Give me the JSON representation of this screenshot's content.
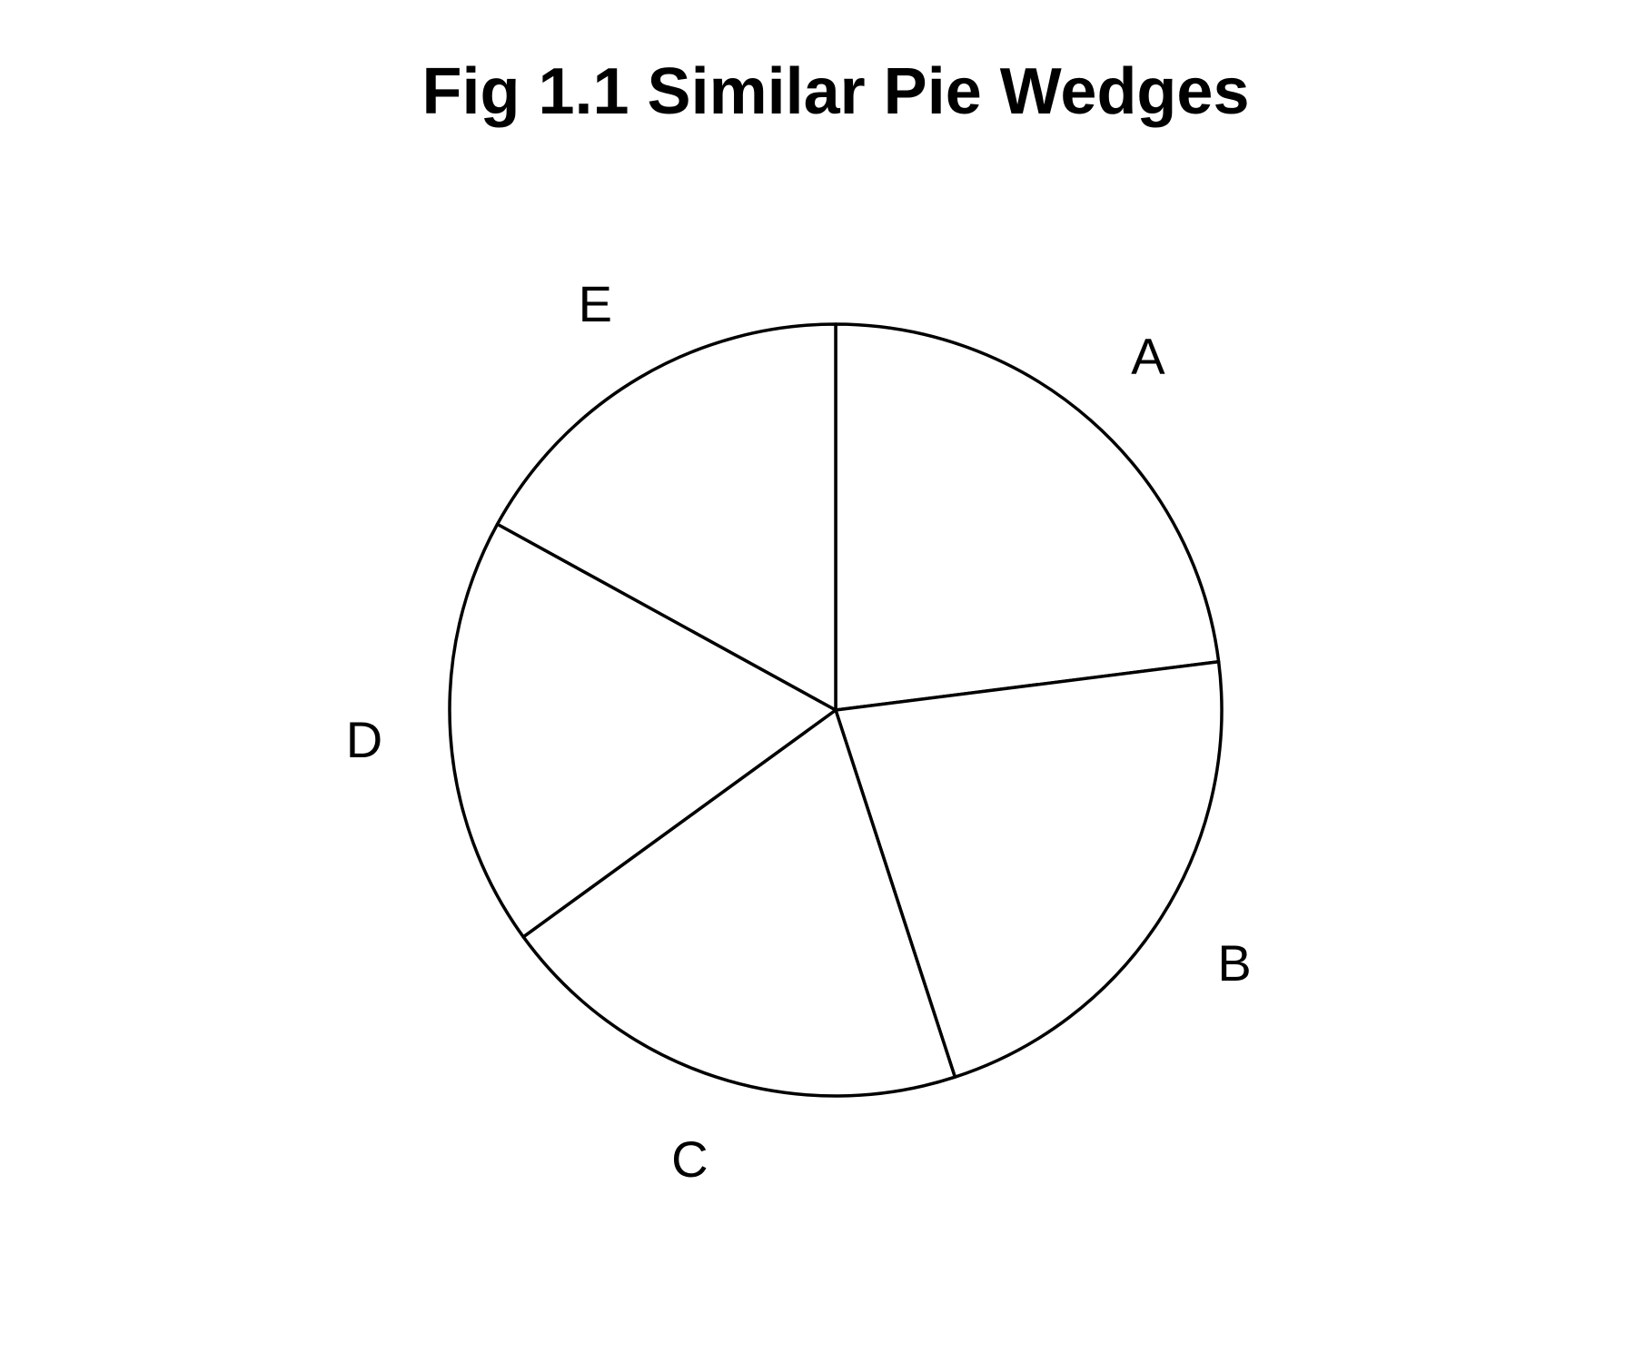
{
  "chart_data": {
    "type": "pie",
    "title": "Fig 1.1 Similar Pie Wedges",
    "categories": [
      "A",
      "B",
      "C",
      "D",
      "E"
    ],
    "values": [
      23,
      22,
      20,
      18,
      17
    ],
    "start": "top",
    "direction": "clockwise",
    "fill_color": "#ffffff",
    "stroke_color": "#000000",
    "legend": "none"
  }
}
